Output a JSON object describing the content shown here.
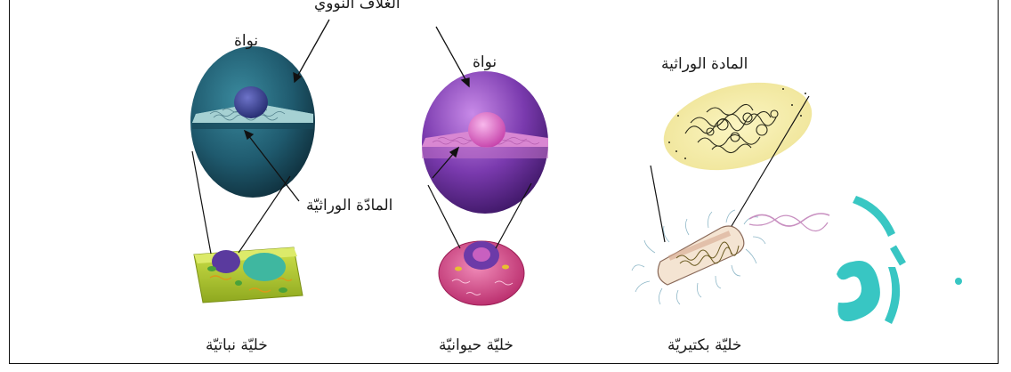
{
  "labels": {
    "nuclear_envelope": "الغلاف النووي",
    "nucleus_plant": "نواة",
    "nucleus_animal": "نواة",
    "genetic_material_mid": "المادّة الوراثيّة",
    "genetic_material_bacteria": "المادة الوراثية",
    "plant_cell": "خليّة نباتيّة",
    "animal_cell": "خليّة حيوانيّة",
    "bacterial_cell": "خليّة بكتيريّة"
  },
  "watermark": "أعلا",
  "colors": {
    "plant_nucleus": "#1f5a6e",
    "animal_nucleus": "#6a2f9c",
    "bacteria_dna_bg": "#f3eca8",
    "watermark": "#2ec4c0",
    "plant_cell": "#b8d23a",
    "animal_cell": "#d04a86"
  }
}
